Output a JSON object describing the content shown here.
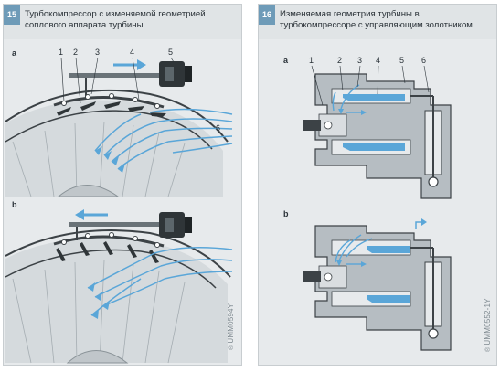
{
  "figure_15": {
    "number": "15",
    "title_line1": "Турбокомпрессор с изменяемой геометрией",
    "title_line2": "соплового аппарата турбины",
    "view_a": "a",
    "view_b": "b",
    "callouts": [
      "1",
      "2",
      "3",
      "4",
      "5",
      "6"
    ],
    "code": "UMM0594Y",
    "code_mark": "®"
  },
  "figure_16": {
    "number": "16",
    "title_line1": "Изменяемая геометрия турбины в",
    "title_line2": "турбокомпрессоре с управляющим золотником",
    "view_a": "a",
    "view_b": "b",
    "callouts": [
      "1",
      "2",
      "3",
      "4",
      "5",
      "6"
    ],
    "code": "UMM0552-1Y",
    "code_mark": "®"
  },
  "colors": {
    "panel_bg": "#e7eaec",
    "accent_blue": "#5aa6d8",
    "badge": "#6e9bb8",
    "dark_metal": "#3c4246"
  }
}
